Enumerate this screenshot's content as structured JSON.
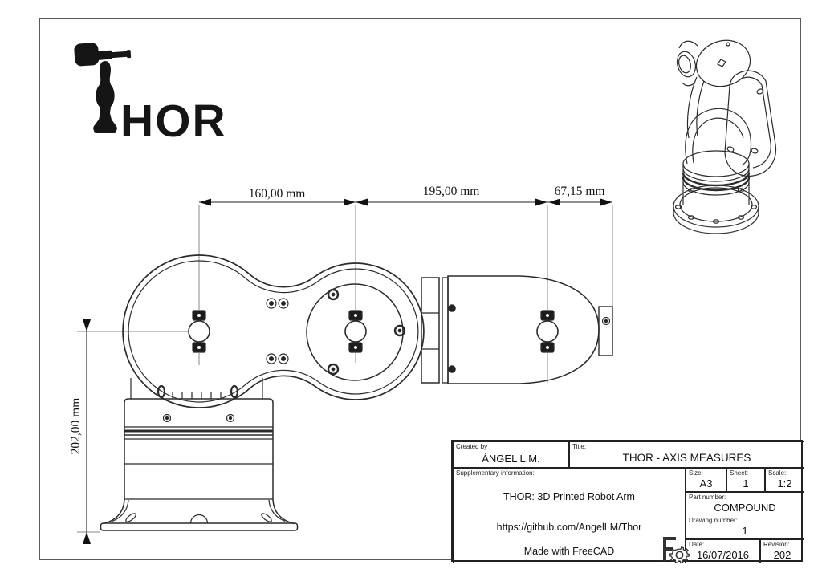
{
  "logo": {
    "text": "HOR",
    "meaning": "THOR robot arm logo"
  },
  "dimensions": {
    "horizontal": [
      "160,00 mm",
      "195,00 mm",
      "67,15 mm"
    ],
    "vertical": "202,00 mm"
  },
  "title_block": {
    "created_by": {
      "label": "Created by",
      "value": "ÁNGEL L.M."
    },
    "title": {
      "label": "Title:",
      "value": "THOR - AXIS MEASURES"
    },
    "supplementary": {
      "label": "Supplementary information:",
      "line1": "THOR: 3D Printed Robot Arm",
      "line2": "https://github.com/AngelLM/Thor",
      "line3": "Made with FreeCAD"
    },
    "size": {
      "label": "Size:",
      "value": "A3"
    },
    "sheet": {
      "label": "Sheet:",
      "value": "1"
    },
    "scale": {
      "label": "Scale:",
      "value": "1:2"
    },
    "part_number": {
      "label": "Part number:",
      "value": "COMPOUND"
    },
    "drawing_number": {
      "label": "Drawing number:",
      "value": "1"
    },
    "date": {
      "label": "Date:",
      "value": "16/07/2016"
    },
    "revision": {
      "label": "Revision:",
      "value": "202"
    }
  },
  "colors": {
    "background": "#ffffff",
    "line": "#2b2b2b",
    "centerline": "#8a8a8a",
    "frame": "#5a5a5a",
    "ink": "#111111"
  }
}
